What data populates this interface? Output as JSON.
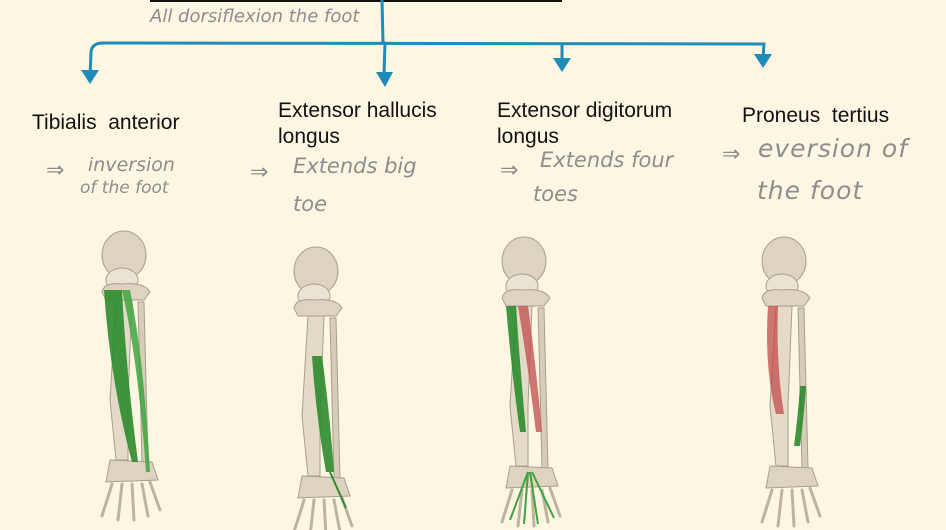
{
  "header": {
    "note": "All dorsiflexion the foot"
  },
  "colors": {
    "arrow": "#1e8bb8",
    "muscle": "#2e8b2e",
    "muscle_other": "#c24b4b",
    "bone": "#ddd3c0",
    "ink": "#8d8d8d"
  },
  "muscles": [
    {
      "name": "Tibialis  anterior",
      "note_line1": "inversion",
      "note_line2": "of the foot"
    },
    {
      "name_line1": "Extensor hallucis",
      "name_line2": "longus",
      "note_line1": "Extends big",
      "note_line2": "toe"
    },
    {
      "name_line1": "Extensor digitorum",
      "name_line2": "longus",
      "note_line1": "Extends four",
      "note_line2": "toes"
    },
    {
      "name": "Proneus  tertius",
      "note_line1": "eversion of",
      "note_line2": "the foot"
    }
  ],
  "icons": {
    "implies": "double-arrow-icon",
    "leg": "leg-illustration"
  }
}
